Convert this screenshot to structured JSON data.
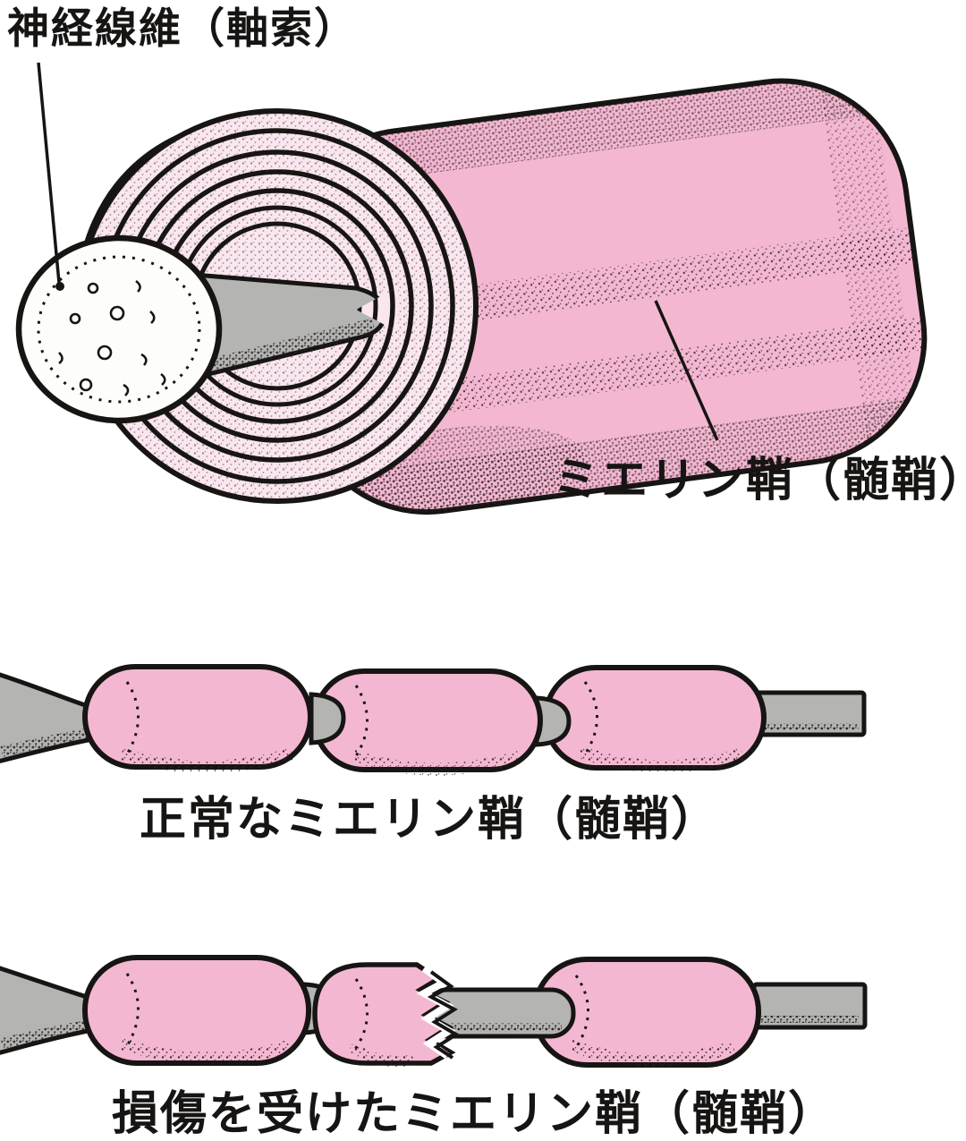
{
  "figure": {
    "type": "medical-illustration",
    "subject": "myelinated nerve fiber and myelin sheath damage",
    "labels": {
      "axon_label": "神経線維（軸索）",
      "myelin_label": "ミエリン鞘（髄鞘）"
    },
    "captions": {
      "normal_caption": "正常なミエリン鞘（髄鞘）",
      "damaged_caption": "損傷を受けたミエリン鞘（髄鞘）"
    }
  },
  "colors": {
    "myelin_pink": "#f4b7d1",
    "roll_light_pink": "#f9e6ee",
    "axon_gray": "#b4b4b2",
    "cross_section_white": "#fdfdf9",
    "outline": "#171513",
    "background": "#ffffff"
  }
}
